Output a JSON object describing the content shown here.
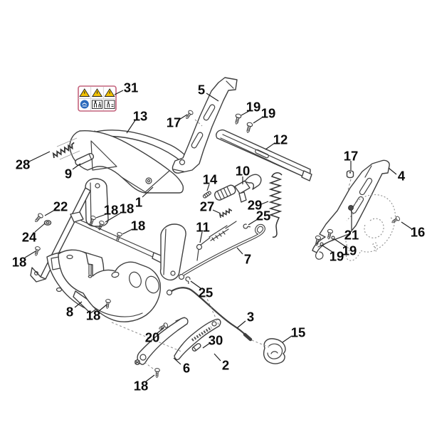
{
  "diagram": {
    "type": "exploded-parts-diagram",
    "background": "#ffffff"
  },
  "colors": {
    "line": "#3f3f3f",
    "label_text": "#0b0b0b",
    "sticker_border": "#c4637d",
    "triangle_yellow": "#f2c200",
    "circle_blue": "#2b6abc"
  },
  "warning_label": {
    "callout": "31",
    "pictograms": [
      "warning-triangle",
      "warning-triangle",
      "warning-triangle",
      "read-manual-blue-circle",
      "keep-bystanders-away",
      "blade-hazard"
    ]
  },
  "callouts": [
    {
      "label": "31"
    },
    {
      "label": "13"
    },
    {
      "label": "5"
    },
    {
      "label": "17"
    },
    {
      "label": "19"
    },
    {
      "label": "19"
    },
    {
      "label": "12"
    },
    {
      "label": "17"
    },
    {
      "label": "4"
    },
    {
      "label": "16"
    },
    {
      "label": "21"
    },
    {
      "label": "19"
    },
    {
      "label": "19"
    },
    {
      "label": "28"
    },
    {
      "label": "9"
    },
    {
      "label": "1"
    },
    {
      "label": "22"
    },
    {
      "label": "24"
    },
    {
      "label": "18"
    },
    {
      "label": "18"
    },
    {
      "label": "18"
    },
    {
      "label": "18"
    },
    {
      "label": "14"
    },
    {
      "label": "10"
    },
    {
      "label": "29"
    },
    {
      "label": "27"
    },
    {
      "label": "25"
    },
    {
      "label": "11"
    },
    {
      "label": "7"
    },
    {
      "label": "25"
    },
    {
      "label": "8"
    },
    {
      "label": "18"
    },
    {
      "label": "3"
    },
    {
      "label": "15"
    },
    {
      "label": "30"
    },
    {
      "label": "2"
    },
    {
      "label": "6"
    },
    {
      "label": "20"
    },
    {
      "label": "18"
    }
  ]
}
